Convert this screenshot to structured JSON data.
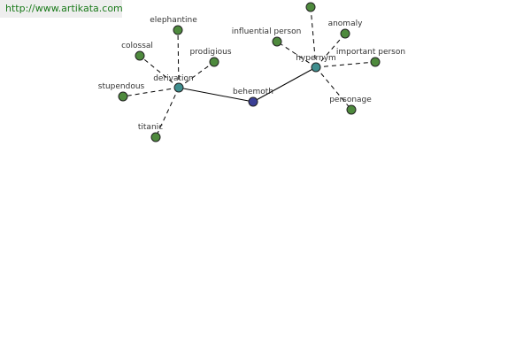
{
  "site_url": "http://www.artikata.com",
  "colors": {
    "root": "#3b3f96",
    "hub": "#3f8e8e",
    "leaf": "#4e8a3d",
    "edge": "#000000",
    "label": "#333333",
    "url_text": "#1a7a1a"
  },
  "nodes": [
    {
      "id": "behemoth",
      "label": "behemoth",
      "kind": "root"
    },
    {
      "id": "derivation",
      "label": "derivation",
      "kind": "hub"
    },
    {
      "id": "hypernym",
      "label": "hypernym",
      "kind": "hub"
    },
    {
      "id": "elephantine",
      "label": "elephantine",
      "kind": "leaf"
    },
    {
      "id": "colossal",
      "label": "colossal",
      "kind": "leaf"
    },
    {
      "id": "prodigious",
      "label": "prodigious",
      "kind": "leaf"
    },
    {
      "id": "stupendous",
      "label": "stupendous",
      "kind": "leaf"
    },
    {
      "id": "titanic",
      "label": "titanic",
      "kind": "leaf"
    },
    {
      "id": "unlabeled",
      "label": "",
      "kind": "leaf"
    },
    {
      "id": "anomaly",
      "label": "anomaly",
      "kind": "leaf"
    },
    {
      "id": "influential-person",
      "label": "influential person",
      "kind": "leaf"
    },
    {
      "id": "important-person",
      "label": "important person",
      "kind": "leaf"
    },
    {
      "id": "personage",
      "label": "personage",
      "kind": "leaf"
    }
  ],
  "edges": [
    {
      "from": "behemoth",
      "to": "derivation",
      "style": "solid"
    },
    {
      "from": "behemoth",
      "to": "hypernym",
      "style": "solid"
    },
    {
      "from": "derivation",
      "to": "elephantine",
      "style": "dashed"
    },
    {
      "from": "derivation",
      "to": "colossal",
      "style": "dashed"
    },
    {
      "from": "derivation",
      "to": "prodigious",
      "style": "dashed"
    },
    {
      "from": "derivation",
      "to": "stupendous",
      "style": "dashed"
    },
    {
      "from": "derivation",
      "to": "titanic",
      "style": "dashed"
    },
    {
      "from": "hypernym",
      "to": "unlabeled",
      "style": "dashed"
    },
    {
      "from": "hypernym",
      "to": "anomaly",
      "style": "dashed"
    },
    {
      "from": "hypernym",
      "to": "influential-person",
      "style": "dashed"
    },
    {
      "from": "hypernym",
      "to": "important-person",
      "style": "dashed"
    },
    {
      "from": "hypernym",
      "to": "personage",
      "style": "dashed"
    }
  ]
}
